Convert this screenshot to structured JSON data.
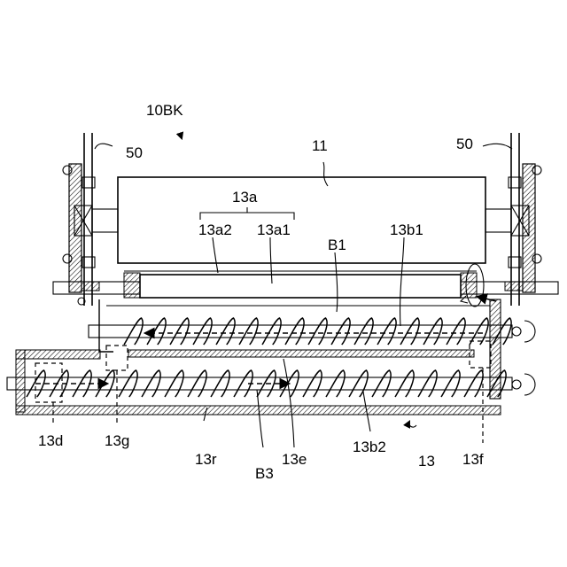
{
  "labels": {
    "device": "10BK",
    "frame_left": "50",
    "frame_right": "50",
    "roller": "11",
    "group_13a": "13a",
    "part_13a2": "13a2",
    "part_13a1": "13a1",
    "path_b1": "B1",
    "screw_13b1": "13b1",
    "opening_13d": "13d",
    "opening_13g": "13g",
    "wall_13r": "13r",
    "path_b3": "B3",
    "partition_13e": "13e",
    "screw_13b2": "13b2",
    "unit_13": "13",
    "opening_13f": "13f"
  }
}
